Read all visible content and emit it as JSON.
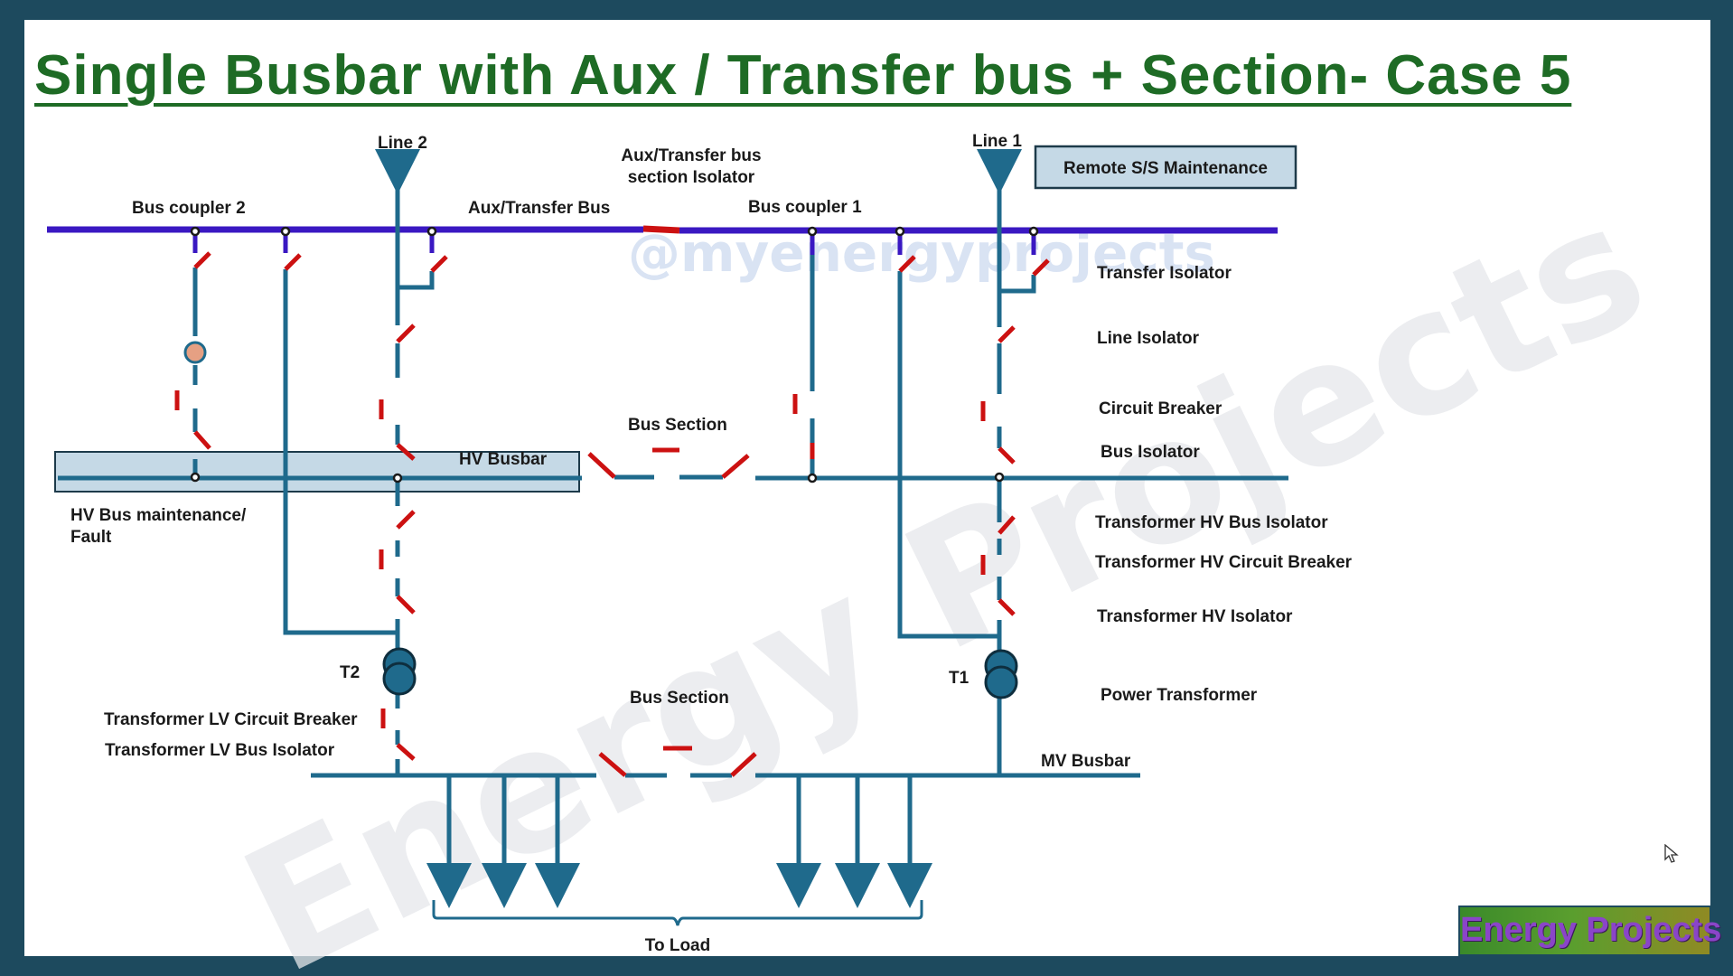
{
  "title": "Single Busbar with Aux / Transfer bus + Section- Case 5",
  "watermarks": {
    "main": "Energy Projects",
    "handle": "@myenergyprojects"
  },
  "labels": {
    "line2": "Line 2",
    "line1": "Line 1",
    "aux_section_isolator_1": "Aux/Transfer bus",
    "aux_section_isolator_2": "section Isolator",
    "remote_maintenance": "Remote S/S Maintenance",
    "bus_coupler_2": "Bus coupler 2",
    "aux_transfer_bus": "Aux/Transfer Bus",
    "bus_coupler_1": "Bus coupler 1",
    "transfer_isolator": "Transfer Isolator",
    "line_isolator": "Line Isolator",
    "circuit_breaker": "Circuit Breaker",
    "bus_isolator": "Bus Isolator",
    "bus_section_hv": "Bus Section",
    "hv_busbar": "HV Busbar",
    "hv_maintenance_1": "HV Bus maintenance/",
    "hv_maintenance_2": "Fault",
    "tx_hv_bus_isolator": "Transformer HV Bus Isolator",
    "tx_hv_circuit_breaker": "Transformer HV Circuit Breaker",
    "tx_hv_isolator": "Transformer HV Isolator",
    "t2": "T2",
    "t1": "T1",
    "power_transformer": "Power Transformer",
    "bus_section_mv": "Bus Section",
    "tx_lv_circuit_breaker": "Transformer LV Circuit Breaker",
    "tx_lv_bus_isolator": "Transformer LV Bus Isolator",
    "mv_busbar": "MV Busbar",
    "to_load": "To Load"
  },
  "logo": "Energy Projects",
  "colors": {
    "frame": "#1d4a5e",
    "title": "#1e6b25",
    "aux_bus": "#3a18c2",
    "conductor": "#1f6a8c",
    "switch_open": "#cc1111",
    "breaker_tripped": "#e6a083",
    "maintenance_box": "#c5d9e6"
  },
  "icons": {
    "cursor": "mouse-pointer-icon"
  }
}
